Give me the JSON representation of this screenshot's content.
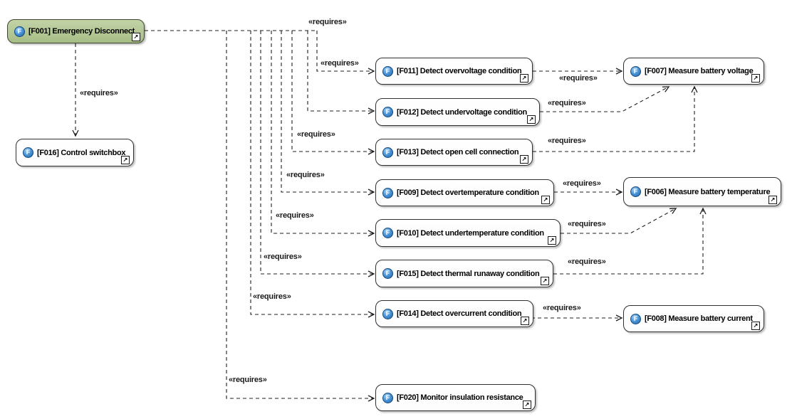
{
  "diagram": {
    "nodes": [
      {
        "id": "F001",
        "label": "[F001] Emergency Disconnect",
        "kind": "function",
        "highlighted": true,
        "fill": "#a6bd85"
      },
      {
        "id": "F016",
        "label": "[F016] Control switchbox",
        "kind": "function",
        "highlighted": false,
        "fill": "#ffffff"
      },
      {
        "id": "F011",
        "label": "[F011] Detect overvoltage condition",
        "kind": "function",
        "highlighted": false,
        "fill": "#ffffff"
      },
      {
        "id": "F012",
        "label": "[F012] Detect undervoltage condition",
        "kind": "function",
        "highlighted": false,
        "fill": "#ffffff"
      },
      {
        "id": "F013",
        "label": "[F013] Detect open cell connection",
        "kind": "function",
        "highlighted": false,
        "fill": "#ffffff"
      },
      {
        "id": "F009",
        "label": "[F009] Detect overtemperature condition",
        "kind": "function",
        "highlighted": false,
        "fill": "#ffffff"
      },
      {
        "id": "F010",
        "label": "[F010] Detect undertemperature condition",
        "kind": "function",
        "highlighted": false,
        "fill": "#ffffff"
      },
      {
        "id": "F015",
        "label": "[F015] Detect thermal runaway condition",
        "kind": "function",
        "highlighted": false,
        "fill": "#ffffff"
      },
      {
        "id": "F014",
        "label": "[F014] Detect overcurrent condition",
        "kind": "function",
        "highlighted": false,
        "fill": "#ffffff"
      },
      {
        "id": "F020",
        "label": "[F020] Monitor insulation resistance",
        "kind": "function",
        "highlighted": false,
        "fill": "#ffffff"
      },
      {
        "id": "F007",
        "label": "[F007] Measure battery voltage",
        "kind": "function",
        "highlighted": false,
        "fill": "#ffffff"
      },
      {
        "id": "F006",
        "label": "[F006] Measure battery temperature",
        "kind": "function",
        "highlighted": false,
        "fill": "#ffffff"
      },
      {
        "id": "F008",
        "label": "[F008] Measure battery current",
        "kind": "function",
        "highlighted": false,
        "fill": "#ffffff"
      }
    ],
    "edges": [
      {
        "from": "F001",
        "to": "F016",
        "stereotype": "«requires»"
      },
      {
        "from": "F001",
        "to": "F011",
        "stereotype": "«requires»"
      },
      {
        "from": "F001",
        "to": "F012",
        "stereotype": "«requires»"
      },
      {
        "from": "F001",
        "to": "F013",
        "stereotype": "«requires»"
      },
      {
        "from": "F001",
        "to": "F009",
        "stereotype": "«requires»"
      },
      {
        "from": "F001",
        "to": "F010",
        "stereotype": "«requires»"
      },
      {
        "from": "F001",
        "to": "F015",
        "stereotype": "«requires»"
      },
      {
        "from": "F001",
        "to": "F014",
        "stereotype": "«requires»"
      },
      {
        "from": "F001",
        "to": "F020",
        "stereotype": "«requires»"
      },
      {
        "from": "F011",
        "to": "F007",
        "stereotype": "«requires»"
      },
      {
        "from": "F012",
        "to": "F007",
        "stereotype": "«requires»"
      },
      {
        "from": "F013",
        "to": "F007",
        "stereotype": "«requires»"
      },
      {
        "from": "F009",
        "to": "F006",
        "stereotype": "«requires»"
      },
      {
        "from": "F010",
        "to": "F006",
        "stereotype": "«requires»"
      },
      {
        "from": "F015",
        "to": "F006",
        "stereotype": "«requires»"
      },
      {
        "from": "F014",
        "to": "F008",
        "stereotype": "«requires»"
      }
    ],
    "edge_style": "dashed-open-arrow",
    "colors": {
      "highlight_fill": "#a6bd85",
      "node_border": "#2f2f2f",
      "edge": "#1f1f1f",
      "function_icon_blue": "#2f7fd0"
    }
  },
  "icons": {
    "function_letter": "F",
    "navigate_glyph": "↗"
  }
}
